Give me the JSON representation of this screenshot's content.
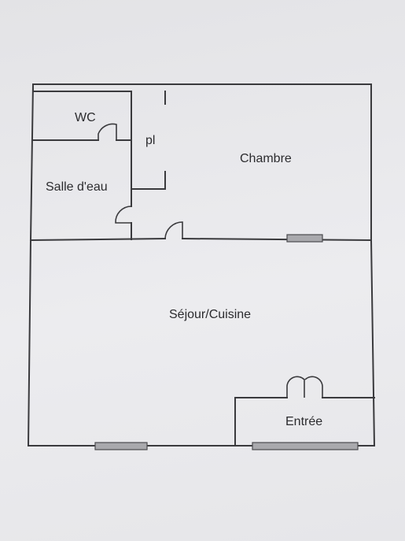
{
  "plan": {
    "rooms": {
      "wc": "WC",
      "placard": "pl",
      "chambre": "Chambre",
      "salle_d_eau": "Salle d'eau",
      "sejour_cuisine": "Séjour/Cuisine",
      "entree": "Entrée"
    }
  }
}
